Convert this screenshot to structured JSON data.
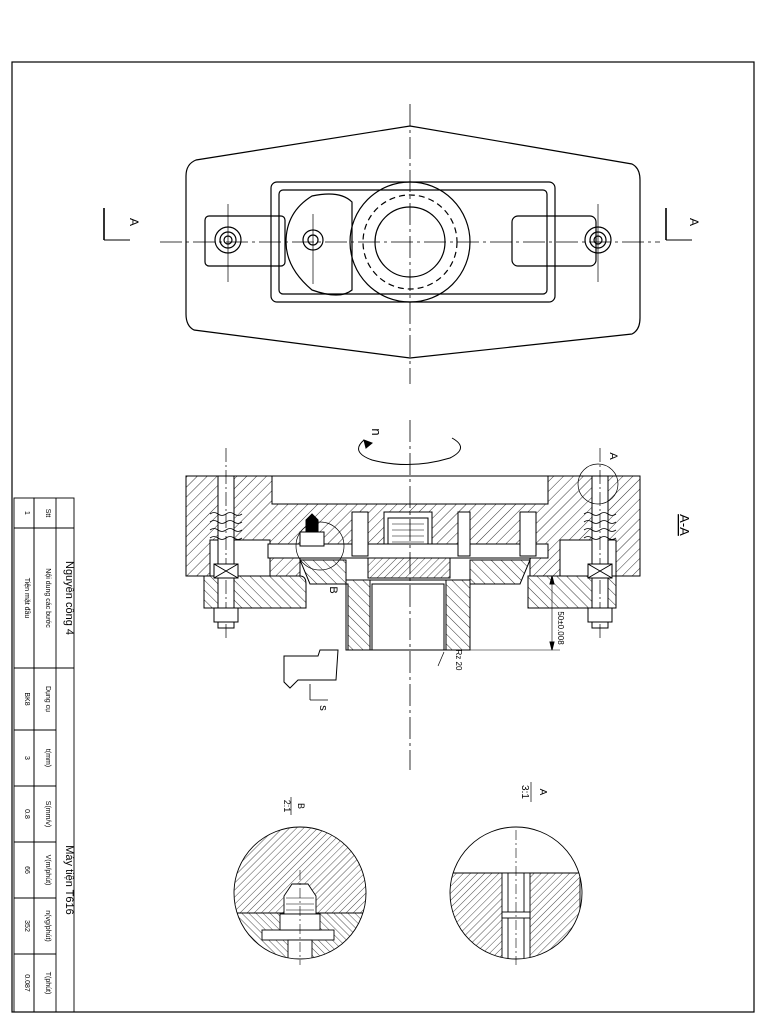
{
  "drawing": {
    "section_label": "A-A",
    "cut_marker_left": "A",
    "cut_marker_right": "A",
    "detail_a_marker": "A",
    "detail_b_marker": "B",
    "rotation_label": "n",
    "feed_label": "s",
    "dim_height": "50±0.008",
    "dim_roughness": "Rz 20",
    "detail_b_title": "B",
    "detail_b_scale": "2:1",
    "detail_a_title": "A",
    "detail_a_scale": "3:1"
  },
  "table": {
    "operation_title": "Nguyên công 4",
    "machine_title": "Máy tiện T616",
    "headers": [
      "Stt",
      "Nội dung các bước",
      "Dụng cụ",
      "t(mm)",
      "S(mm/v)",
      "V(m/phút)",
      "n(vg/phút)",
      "T(phút)"
    ],
    "rows": [
      [
        "1",
        "Tiện mặt đầu",
        "BK8",
        "3",
        "0.8",
        "66",
        "352",
        "0.087"
      ]
    ]
  }
}
